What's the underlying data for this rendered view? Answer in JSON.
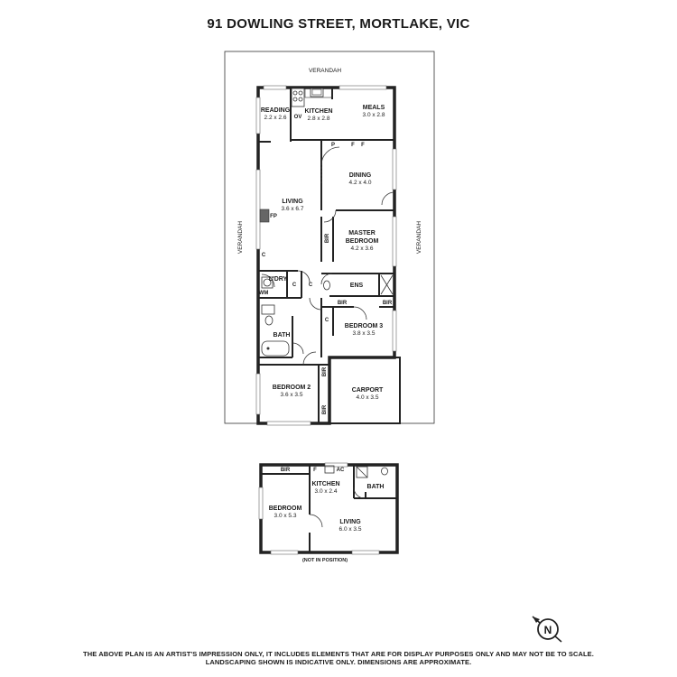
{
  "title": "91 DOWLING STREET, MORTLAKE, VIC",
  "main_house": {
    "verandah_top": "VERANDAH",
    "verandah_left": "VERANDAH",
    "verandah_right": "VERANDAH",
    "rooms": {
      "reading": {
        "name": "READING",
        "dims": "2.2 x 2.6"
      },
      "kitchen": {
        "name": "KITCHEN",
        "dims": "2.8 x 2.8"
      },
      "meals": {
        "name": "MEALS",
        "dims": "3.0 x 2.8"
      },
      "dining": {
        "name": "DINING",
        "dims": "4.2 x 4.0"
      },
      "living": {
        "name": "LIVING",
        "dims": "3.6 x 6.7"
      },
      "master": {
        "name1": "MASTER",
        "name2": "BEDROOM",
        "dims": "4.2 x 3.6"
      },
      "laundry": {
        "name": "L'DRY"
      },
      "ensuite": {
        "name": "ENS"
      },
      "bedroom3": {
        "name": "BEDROOM 3",
        "dims": "3.8 x 3.5"
      },
      "bath": {
        "name": "BATH"
      },
      "bedroom2": {
        "name": "BEDROOM 2",
        "dims": "3.6 x 3.5"
      },
      "carport": {
        "name": "CARPORT",
        "dims": "4.0 x 3.5"
      }
    },
    "fixtures": {
      "ov": "OV",
      "p": "P",
      "f1": "F",
      "f2": "F",
      "fp": "FP",
      "c_living": "C",
      "c_laundry": "C",
      "c_hall1": "C",
      "c_hall2": "C",
      "wm": "WM",
      "bir_master": "BIR",
      "bir_b3_left": "BIR",
      "bir_b3_right": "BIR",
      "bir_b2_top": "BIR",
      "bir_b2_bottom": "BIR"
    }
  },
  "unit": {
    "bir": "BIR",
    "f": "F",
    "ac": "AC",
    "bedroom": {
      "name": "BEDROOM",
      "dims": "3.0 x 5.3"
    },
    "kitchen": {
      "name": "KITCHEN",
      "dims": "3.0 x 2.4"
    },
    "living": {
      "name": "LIVING",
      "dims": "6.0 x 3.5"
    },
    "bath": {
      "name": "BATH"
    },
    "note": "(NOT IN POSITION)"
  },
  "compass": {
    "letter": "N"
  },
  "disclaimer": {
    "line1": "THE ABOVE PLAN IS AN ARTIST'S IMPRESSION ONLY, IT INCLUDES ELEMENTS THAT ARE FOR DISPLAY PURPOSES ONLY AND MAY NOT BE TO SCALE.",
    "line2": "LANDSCAPING SHOWN IS INDICATIVE ONLY. DIMENSIONS ARE APPROXIMATE."
  }
}
